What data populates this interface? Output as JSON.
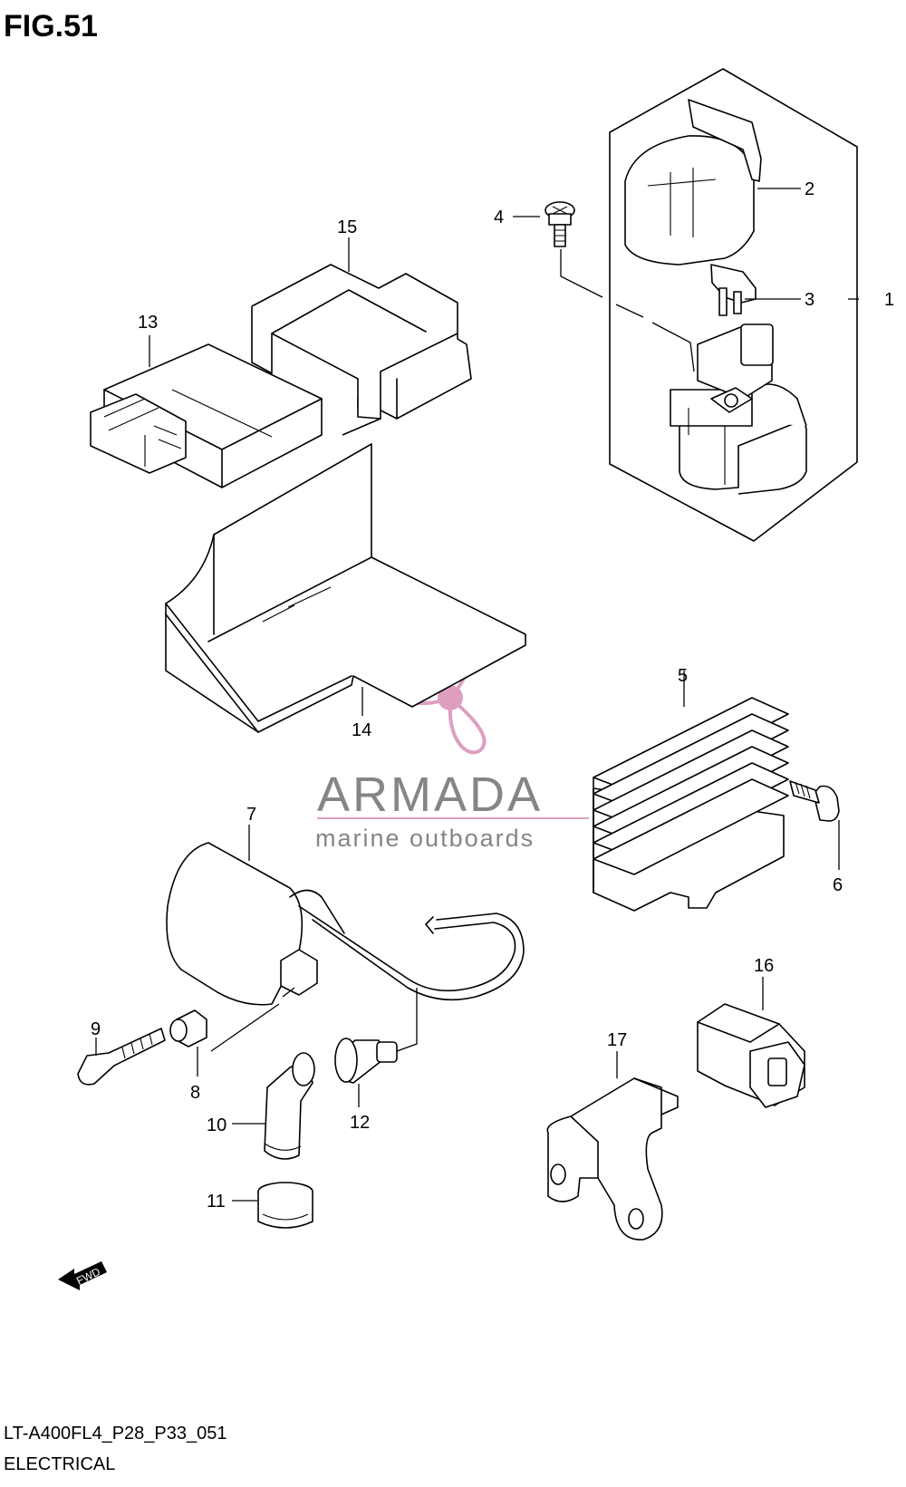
{
  "figure": {
    "title": "FIG.51",
    "code": "LT-A400FL4_P28_P33_051",
    "section": "ELECTRICAL"
  },
  "watermark": {
    "brand": "ARMADA",
    "tagline": "marine outboards",
    "brand_color": "#707070",
    "accent_color": "#d98fb5"
  },
  "direction_badge": {
    "text": "FWD",
    "icon": "arrow-left-icon"
  },
  "parts": [
    {
      "ref": "1"
    },
    {
      "ref": "2"
    },
    {
      "ref": "3"
    },
    {
      "ref": "4"
    },
    {
      "ref": "5"
    },
    {
      "ref": "6"
    },
    {
      "ref": "7"
    },
    {
      "ref": "8"
    },
    {
      "ref": "9"
    },
    {
      "ref": "10"
    },
    {
      "ref": "11"
    },
    {
      "ref": "12"
    },
    {
      "ref": "13"
    },
    {
      "ref": "14"
    },
    {
      "ref": "15"
    },
    {
      "ref": "16"
    },
    {
      "ref": "17"
    }
  ]
}
